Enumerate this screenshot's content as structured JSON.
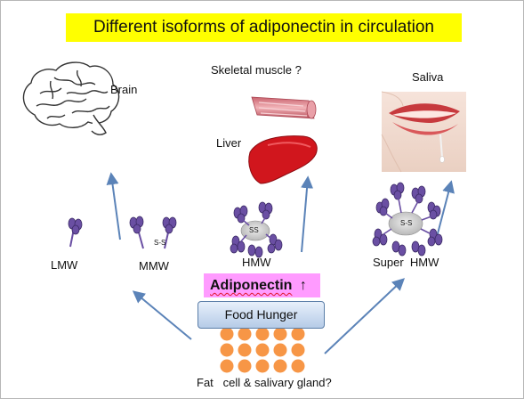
{
  "title": "Different isoforms of adiponectin in circulation",
  "targets": {
    "brain": "Brain",
    "skeletal_muscle": "Skeletal muscle ?",
    "liver": "Liver",
    "saliva": "Saliva"
  },
  "isoforms": {
    "lmw": "LMW",
    "mmw": "MMW",
    "hmw": "HMW",
    "super_hmw": "Super  HMW",
    "disulfide_mmw": "S-S",
    "disulfide_hmw": "SS",
    "disulfide_super": "S-S"
  },
  "adiponectin": {
    "label": "Adiponectin",
    "arrow": "↑"
  },
  "food_hunger": "Food Hunger",
  "source": "Fat   cell & salivary gland?",
  "colors": {
    "title_bg": "#ffff00",
    "adiponectin_bg": "#ff9bff",
    "arrow": "#5b83b8",
    "protein": "#6a4fa3",
    "fat_cell": "#f79646",
    "muscle": "#e07f88",
    "liver": "#d1161d"
  }
}
